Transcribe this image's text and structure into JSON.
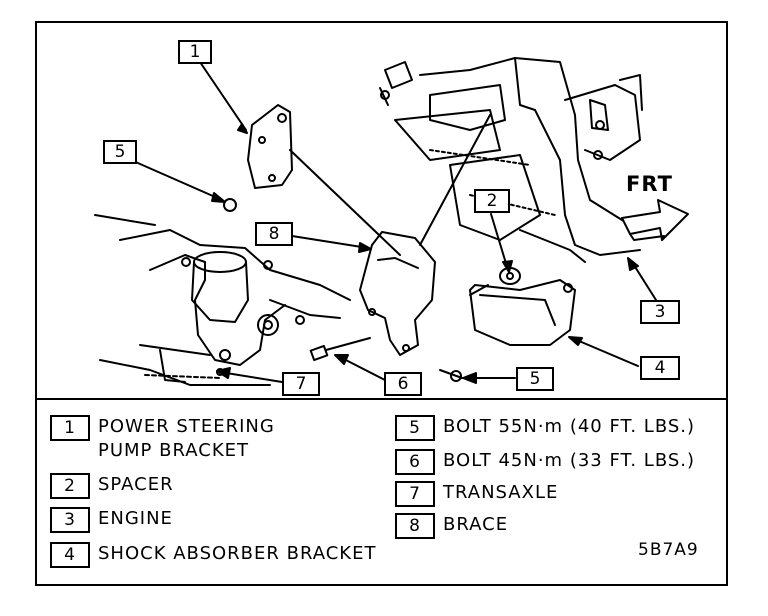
{
  "diagram": {
    "direction_label": "FRT",
    "figure_code": "5B7A9",
    "callouts": [
      "1",
      "5",
      "8",
      "2",
      "3",
      "4",
      "7",
      "6",
      "5"
    ],
    "legend": [
      {
        "number": "1",
        "text": "POWER STEERING\nPUMP BRACKET"
      },
      {
        "number": "2",
        "text": "SPACER"
      },
      {
        "number": "3",
        "text": "ENGINE"
      },
      {
        "number": "4",
        "text": "SHOCK ABSORBER BRACKET"
      },
      {
        "number": "5",
        "text": "BOLT 55N·m (40 FT. LBS.)"
      },
      {
        "number": "6",
        "text": "BOLT 45N·m (33 FT. LBS.)"
      },
      {
        "number": "7",
        "text": "TRANSAXLE"
      },
      {
        "number": "8",
        "text": "BRACE"
      }
    ]
  }
}
